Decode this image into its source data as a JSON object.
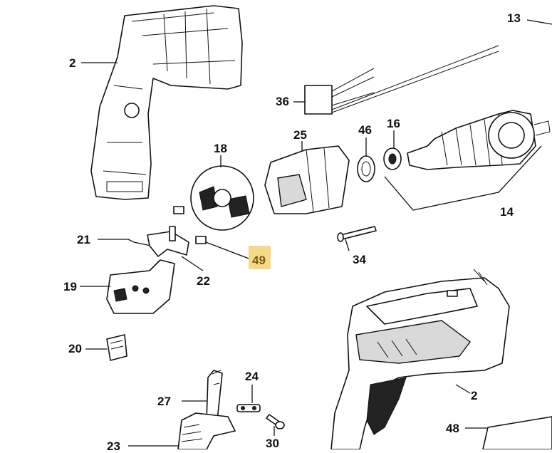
{
  "diagram": {
    "callouts": [
      {
        "id": "c13",
        "label": "13"
      },
      {
        "id": "c2a",
        "label": "2"
      },
      {
        "id": "c36",
        "label": "36"
      },
      {
        "id": "c25",
        "label": "25"
      },
      {
        "id": "c46",
        "label": "46"
      },
      {
        "id": "c16",
        "label": "16"
      },
      {
        "id": "c18",
        "label": "18"
      },
      {
        "id": "c14",
        "label": "14"
      },
      {
        "id": "c21",
        "label": "21"
      },
      {
        "id": "c34",
        "label": "34"
      },
      {
        "id": "c49",
        "label": "49",
        "highlighted": true
      },
      {
        "id": "c22",
        "label": "22"
      },
      {
        "id": "c19",
        "label": "19"
      },
      {
        "id": "c20",
        "label": "20"
      },
      {
        "id": "c24",
        "label": "24"
      },
      {
        "id": "c27",
        "label": "27"
      },
      {
        "id": "c2b",
        "label": "2"
      },
      {
        "id": "c48",
        "label": "48"
      },
      {
        "id": "c23",
        "label": "23"
      },
      {
        "id": "c30",
        "label": "30"
      }
    ],
    "highlight_color": "#f5d98b"
  }
}
